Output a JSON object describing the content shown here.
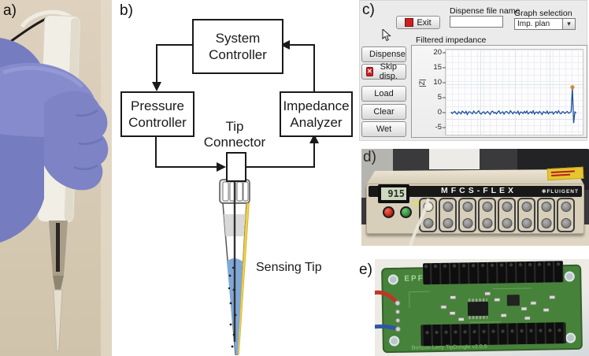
{
  "figure": {
    "panel_labels": {
      "a": "a)",
      "b": "b)",
      "c": "c)",
      "d": "d)",
      "e": "e)"
    }
  },
  "diagram": {
    "boxes": {
      "system_controller": {
        "line1": "System",
        "line2": "Controller"
      },
      "pressure_controller": {
        "line1": "Pressure",
        "line2": "Controller"
      },
      "impedance_analyzer": {
        "line1": "Impedance",
        "line2": "Analyzer"
      },
      "tip_connector": {
        "line1": "Tip",
        "line2": "Connector"
      }
    },
    "sensing_tip_label": "Sensing Tip"
  },
  "software": {
    "exit_button": "Exit",
    "dispense_file_name_label": "Dispense file name",
    "dispense_file_name_value": "",
    "graph_selection_label": "Graph selection",
    "graph_selection_value": "Imp. plan",
    "filtered_impedance_label": "Filtered impedance",
    "buttons": {
      "dispense": "Dispense",
      "skip": "Skip disp.",
      "load": "Load",
      "clear": "Clear",
      "wet": "Wet"
    },
    "icons": {
      "skip_glyph": "✕",
      "dropdown_glyph": "▾"
    }
  },
  "chart_data": {
    "type": "line",
    "title": "Filtered impedance",
    "ylabel": "|Z|",
    "ylim": [
      -5,
      20
    ],
    "yticks": [
      20,
      15,
      10,
      5,
      0,
      -5
    ],
    "xlim": [
      0,
      100
    ],
    "grid": true,
    "legend": "none",
    "line_color": "#1b4f9e",
    "marker_color": "#d9892b",
    "description": "Noisy impedance baseline around 0 with a sharp positive spike (~8.5) followed by a negative dip (~-3.5) near the right edge of the trace.",
    "series": [
      {
        "name": "filtered impedance",
        "x_start": 1,
        "x_step": 0.98,
        "y": [
          0.2,
          -0.3,
          0.1,
          0.4,
          -0.2,
          -0.5,
          0.3,
          0.0,
          -0.4,
          0.5,
          0.1,
          -0.2,
          0.4,
          -0.6,
          0.2,
          0.3,
          -0.1,
          -0.4,
          0.5,
          0.0,
          -0.3,
          0.2,
          0.6,
          -0.2,
          -0.5,
          0.1,
          0.3,
          -0.4,
          0.0,
          0.4,
          -0.1,
          -0.6,
          0.3,
          0.5,
          -0.2,
          0.1,
          -0.4,
          0.2,
          0.6,
          -0.3,
          0.0,
          0.3,
          -0.5,
          0.2,
          0.4,
          -0.1,
          -0.3,
          0.6,
          0.1,
          -0.4,
          0.3,
          0.0,
          -0.2,
          0.5,
          -0.6,
          0.2,
          0.1,
          -0.3,
          0.4,
          -0.1,
          0.5,
          -0.4,
          0.0,
          0.3,
          -0.2,
          0.6,
          -0.5,
          0.1,
          0.2,
          -0.3,
          0.4,
          0.0,
          -0.6,
          0.3,
          0.1,
          -0.2,
          0.5,
          -0.4,
          0.2,
          0.0,
          0.3,
          -0.5,
          0.1,
          0.4,
          -0.2,
          0.6,
          -0.1,
          -0.4,
          0.3,
          0.2,
          -0.3,
          0.1,
          0.4,
          -0.2,
          0.0,
          0.3,
          8.5,
          -3.5,
          0.2,
          -0.1
        ]
      }
    ]
  },
  "instrument": {
    "model": "MFCS-FLEX",
    "brand": "FLUIGENT",
    "brand_icon_glyph": "✻",
    "display_value": "915",
    "channels": [
      "1",
      "2",
      "3",
      "4",
      "5",
      "6",
      "7",
      "8"
    ]
  },
  "pcb": {
    "silkscreen_top": "EPFL",
    "silkscreen_bottom": "Bonzon-Leny TipDongle v2.0.5"
  },
  "colors": {
    "glove": "#7d83c5",
    "pcb_green": "#47823b",
    "device_beige": "#d8cfba",
    "tip_liquid": "#7fa8d9",
    "tip_stripe": "#f0d048"
  }
}
